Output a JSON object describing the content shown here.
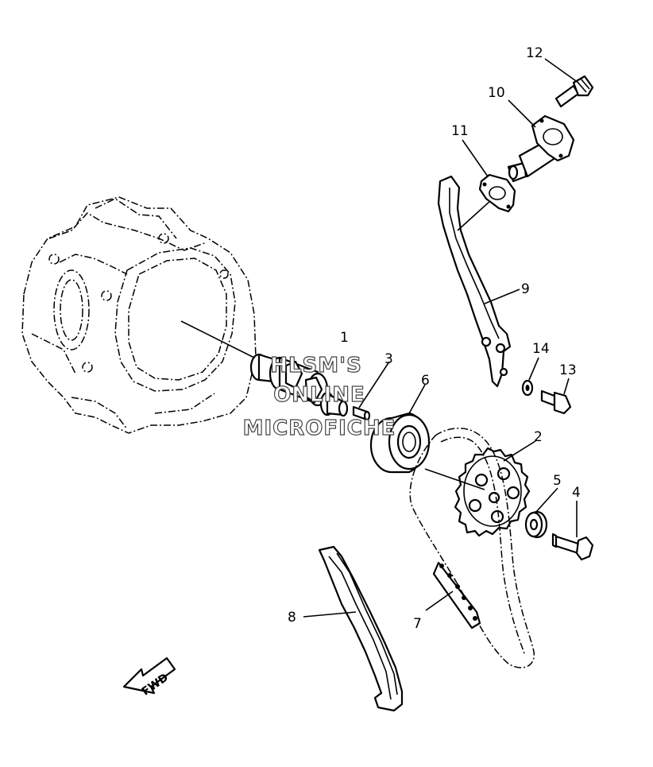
{
  "diagram": {
    "callouts": [
      {
        "id": "c1",
        "text": "1"
      },
      {
        "id": "c2",
        "text": "2"
      },
      {
        "id": "c3",
        "text": "3"
      },
      {
        "id": "c4",
        "text": "4"
      },
      {
        "id": "c5",
        "text": "5"
      },
      {
        "id": "c6",
        "text": "6"
      },
      {
        "id": "c7",
        "text": "7"
      },
      {
        "id": "c8",
        "text": "8"
      },
      {
        "id": "c9",
        "text": "9"
      },
      {
        "id": "c10",
        "text": "10"
      },
      {
        "id": "c11",
        "text": "11"
      },
      {
        "id": "c12",
        "text": "12"
      },
      {
        "id": "c13",
        "text": "13"
      },
      {
        "id": "c14",
        "text": "14"
      }
    ],
    "direction_arrow": {
      "text": "FWD"
    },
    "watermark": {
      "lines": [
        "HLSM'S",
        "ONLINE",
        "MICROFICHE"
      ]
    }
  }
}
